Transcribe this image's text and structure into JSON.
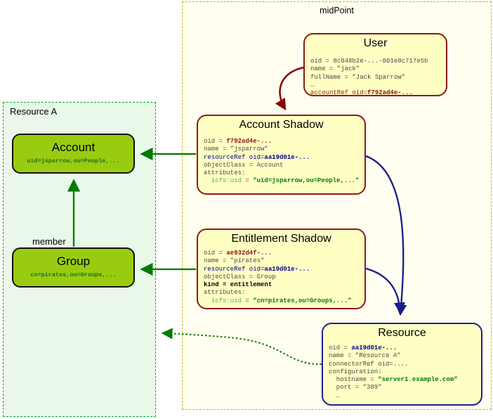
{
  "containers": {
    "midpoint": {
      "label": "midPoint"
    },
    "resource_a": {
      "label": "Resource A"
    }
  },
  "labels": {
    "member": "member"
  },
  "boxes": {
    "user": {
      "title": "User",
      "lines": [
        [
          {
            "t": "oid = 8c048b2e-...-001e8c717e5b",
            "s": "gray"
          }
        ],
        [
          {
            "t": "name = ”jack”",
            "s": "gray"
          }
        ],
        [
          {
            "t": "fullName = ”Jack Sparrow”",
            "s": "gray"
          }
        ],
        [
          {
            "t": "…",
            "s": "gray"
          }
        ],
        [
          {
            "t": "accountRef oid=",
            "s": "red"
          },
          {
            "t": "f792ad4e-...",
            "s": "redb"
          }
        ]
      ]
    },
    "account_shadow": {
      "title": "Account Shadow",
      "lines": [
        [
          {
            "t": "oid = ",
            "s": "gray"
          },
          {
            "t": "f792ad4e-...",
            "s": "redb"
          }
        ],
        [
          {
            "t": "name = ”jsparrow”",
            "s": "gray"
          }
        ],
        [
          {
            "t": "resourceRef oid=",
            "s": "navy"
          },
          {
            "t": "aa19d01e-...",
            "s": "navyb"
          }
        ],
        [
          {
            "t": "objectClass = Account",
            "s": "gray"
          }
        ],
        [
          {
            "t": "attributes:",
            "s": "gray"
          }
        ],
        [
          {
            "t": "  icfs:uid",
            "s": "gkey"
          },
          {
            "t": " = ",
            "s": "gray"
          },
          {
            "t": "”uid=jsparrow,ou=People,...”",
            "s": "gvalb"
          }
        ]
      ]
    },
    "entitlement_shadow": {
      "title": "Entitlement Shadow",
      "lines": [
        [
          {
            "t": "oid = ",
            "s": "gray"
          },
          {
            "t": "ae932d4f-...",
            "s": "redb"
          }
        ],
        [
          {
            "t": "name = ”pirates”",
            "s": "gray"
          }
        ],
        [
          {
            "t": "resourceRef oid=",
            "s": "navy"
          },
          {
            "t": "aa19d01e-...",
            "s": "navyb"
          }
        ],
        [
          {
            "t": "objectClass = Group",
            "s": "gray"
          }
        ],
        [
          {
            "t": "kind = entitlement",
            "s": "blackb"
          }
        ],
        [
          {
            "t": "attributes:",
            "s": "gray"
          }
        ],
        [
          {
            "t": "  icfs:uid",
            "s": "gkey"
          },
          {
            "t": " = ",
            "s": "gray"
          },
          {
            "t": "”cn=pirates,ou=Groups,...”",
            "s": "gvalb"
          }
        ]
      ]
    },
    "resource": {
      "title": "Resource",
      "lines": [
        [
          {
            "t": "oid = ",
            "s": "gray"
          },
          {
            "t": "aa19d01e-...",
            "s": "navyb"
          }
        ],
        [
          {
            "t": "name = ”Resource A”",
            "s": "gray"
          }
        ],
        [
          {
            "t": "connectorRef oid=....",
            "s": "gray"
          }
        ],
        [
          {
            "t": "configuration:",
            "s": "gray"
          }
        ],
        [
          {
            "t": "  hostname = ",
            "s": "gray"
          },
          {
            "t": "”server1.example.com”",
            "s": "gvalb"
          }
        ],
        [
          {
            "t": "  port = ”389”",
            "s": "gray"
          }
        ],
        [
          {
            "t": "  …",
            "s": "gray"
          }
        ]
      ]
    },
    "account": {
      "title": "Account",
      "subtitle": "uid=jsparrow,ou=People,..."
    },
    "group": {
      "title": "Group",
      "subtitle": "cn=pirates,ou=Groups,..."
    }
  },
  "colors": {
    "arrow_red": "#8b0000",
    "arrow_navy": "#1a1a8c",
    "arrow_green": "#007a00",
    "box_fill_yellow": "#ffffc4",
    "box_border_red": "#8f1a1a",
    "box_border_navy": "#20208f",
    "green_box_fill": "#99cc11",
    "midpoint_bg": "#fffef0",
    "resource_a_bg": "#e9f8e9"
  }
}
